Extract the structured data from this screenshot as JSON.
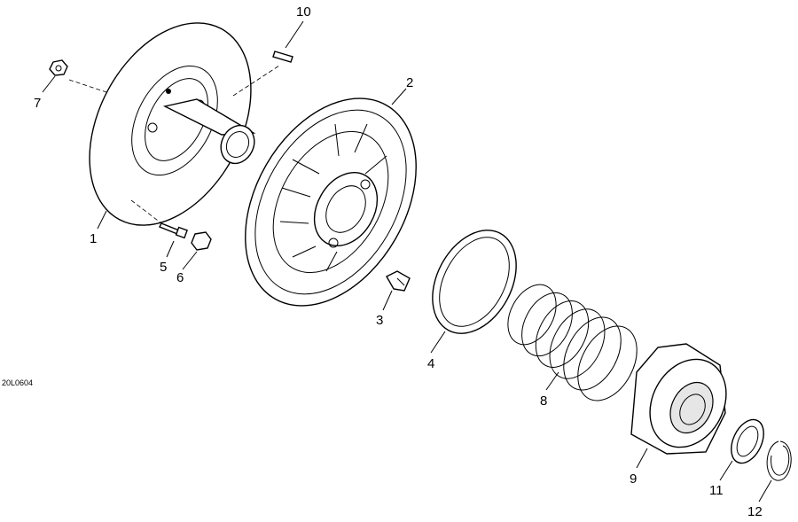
{
  "drawing_ref": "20L0604",
  "callouts": [
    "1",
    "2",
    "3",
    "4",
    "5",
    "6",
    "7",
    "8",
    "9",
    "10",
    "11",
    "12"
  ]
}
